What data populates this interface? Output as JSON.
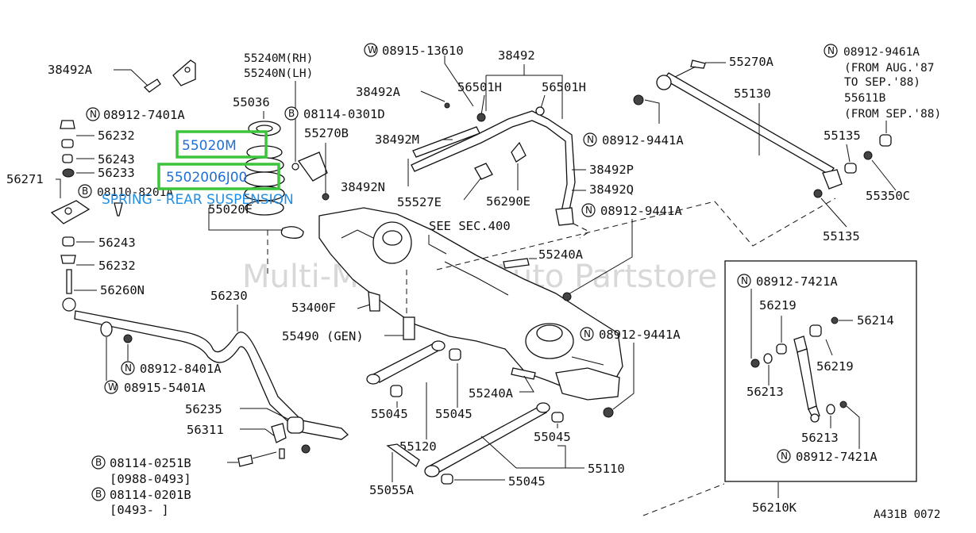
{
  "watermark": "Multi-Merchant Auto Partstore",
  "caption": "SPRING - REAR SUSPENSION",
  "highlight": {
    "primary": "55020M",
    "secondary": "5502006J00"
  },
  "diagram_code": "A431B 0072",
  "bolts": [
    {
      "id": "n_08912_7401A",
      "prefix": "N",
      "number": "08912-7401A"
    },
    {
      "id": "b_08114_0301D",
      "prefix": "B",
      "number": "08114-0301D"
    },
    {
      "id": "b_08110_8201A",
      "prefix": "B",
      "number": "08110-8201A"
    },
    {
      "id": "w_08915_13610",
      "prefix": "W",
      "number": "08915-13610"
    },
    {
      "id": "n_08912_9441A_top",
      "prefix": "N",
      "number": "08912-9441A"
    },
    {
      "id": "n_08912_9461A",
      "prefix": "N",
      "number": "08912-9461A"
    },
    {
      "id": "n_08912_9441A_mid",
      "prefix": "N",
      "number": "08912-9441A"
    },
    {
      "id": "n_08912_9441A_low",
      "prefix": "N",
      "number": "08912-9441A"
    },
    {
      "id": "n_08912_8401A",
      "prefix": "N",
      "number": "08912-8401A"
    },
    {
      "id": "w_08915_5401A",
      "prefix": "W",
      "number": "08915-5401A"
    },
    {
      "id": "b_08114_0251B",
      "prefix": "B",
      "number": "08114-0251B"
    },
    {
      "id": "b_08114_0201B",
      "prefix": "B",
      "number": "08114-0201B"
    },
    {
      "id": "n_08912_7421A_top",
      "prefix": "N",
      "number": "08912-7421A"
    },
    {
      "id": "n_08912_7421A_bot",
      "prefix": "N",
      "number": "08912-7421A"
    }
  ],
  "parts": {
    "p38492A_left": "38492A",
    "p55240M": "55240M(RH)",
    "p55240N": "55240N(LH)",
    "p55036": "55036",
    "p56232_top": "56232",
    "p56243_top": "56243",
    "p56233": "56233",
    "p56271": "56271",
    "p55270B": "55270B",
    "p55020F": "55020F",
    "p56243_bot": "56243",
    "p56232_bot": "56232",
    "p56260N": "56260N",
    "p56230": "56230",
    "p38492": "38492",
    "p38492A_mid": "38492A",
    "p56501H_l": "56501H",
    "p56501H_r": "56501H",
    "p38492M": "38492M",
    "p38492N": "38492N",
    "p55527E": "55527E",
    "p56290E": "56290E",
    "p38492P": "38492P",
    "p38492Q": "38492Q",
    "p55270A": "55270A",
    "p55130": "55130",
    "p55135_top": "55135",
    "p55350C": "55350C",
    "p55135_bot": "55135",
    "p55611B": "55611B",
    "see_sec": "SEE SEC.400",
    "p55240A_top": "55240A",
    "p53400F": "53400F",
    "p55490": "55490 (GEN)",
    "p55240A_mid": "55240A",
    "p55045_a": "55045",
    "p55045_b": "55045",
    "p55045_c": "55045",
    "p55045_d": "55045",
    "p55120": "55120",
    "p55110": "55110",
    "p55055A": "55055A",
    "p56235": "56235",
    "p56311": "56311",
    "p56219_a": "56219",
    "p56219_b": "56219",
    "p56214": "56214",
    "p56213_a": "56213",
    "p56213_b": "56213",
    "p56210K": "56210K"
  },
  "notes": {
    "from_aug": "(FROM AUG.'87",
    "to_sep": "TO SEP.'88)",
    "from_sep": "(FROM SEP.'88)",
    "date_range_1": "[0988-0493]",
    "date_range_2": "[0493-     ]"
  }
}
